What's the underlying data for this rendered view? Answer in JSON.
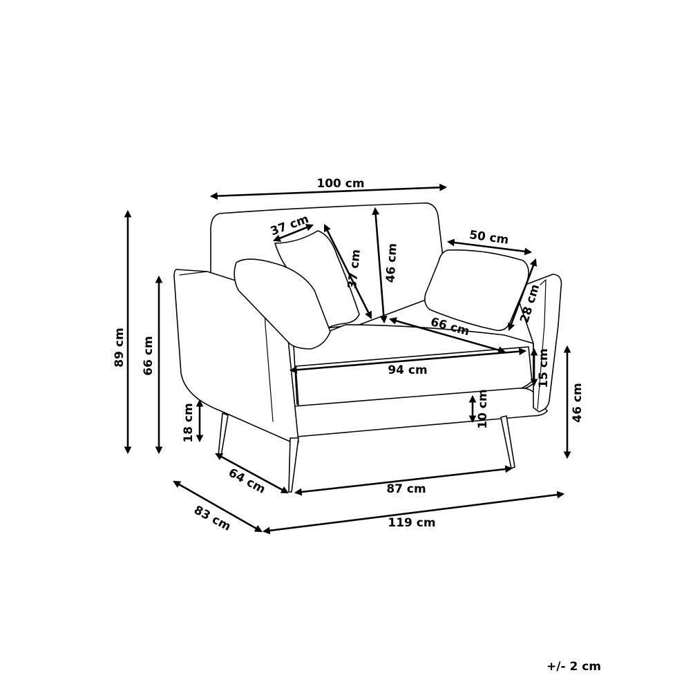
{
  "dimensions": {
    "top_width": "100 cm",
    "pillow_width": "37 cm",
    "pillow_height": "37 cm",
    "backrest_height": "46 cm",
    "lumbar_width": "50 cm",
    "lumbar_height": "28 cm",
    "seat_depth": "66 cm",
    "seat_width": "94 cm",
    "cushion_thickness": "15 cm",
    "total_height": "89 cm",
    "arm_height": "66 cm",
    "leg_height": "18 cm",
    "under_clearance": "10 cm",
    "seat_height": "46 cm",
    "leg_depth": "64 cm",
    "leg_width": "87 cm",
    "total_depth": "83 cm",
    "total_width": "119 cm"
  },
  "tolerance": "+/- 2 cm"
}
